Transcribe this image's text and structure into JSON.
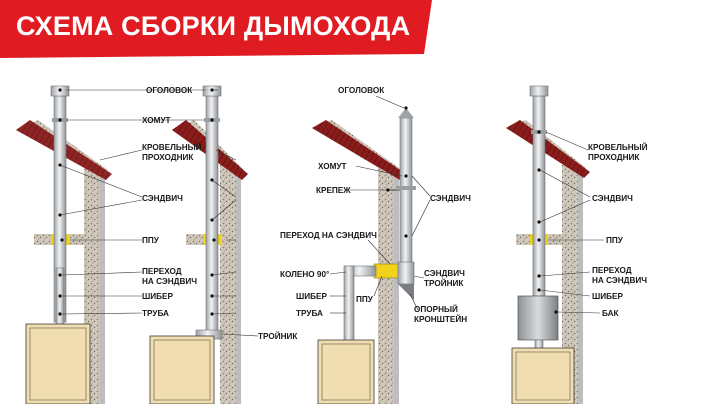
{
  "title": "СХЕМА СБОРКИ ДЫМОХОДА",
  "colors": {
    "banner": "#e01b22",
    "roof": "#8b1c1c",
    "insulation": "#c9c1b3",
    "yellow": "#f2d21b",
    "pipe": "#d4d6d8"
  },
  "labels": {
    "shared_left": {
      "ogolovok": "ОГОЛОВОК",
      "khomut": "ХОМУТ",
      "krovelny_1": "КРОВЕЛЬНЫЙ",
      "krovelny_2": "ПРОХОДНИК",
      "sendvich": "СЭНДВИЧ",
      "ppu": "ППУ",
      "perekhod_1": "ПЕРЕХОД",
      "perekhod_2": "НА СЭНДВИЧ",
      "shiber": "ШИБЕР",
      "truba": "ТРУБА"
    },
    "d2": {
      "troynik": "ТРОЙНИК"
    },
    "d3": {
      "ogolovok": "ОГОЛОВОК",
      "khomut": "ХОМУТ",
      "krepezh": "КРЕПЕЖ",
      "sendvich": "СЭНДВИЧ",
      "perekhod": "ПЕРЕХОД НА СЭНДВИЧ",
      "koleno": "КОЛЕНО 90°",
      "shiber": "ШИБЕР",
      "truba": "ТРУБА",
      "ppu": "ППУ",
      "sendvich_troynik_1": "СЭНДВИЧ",
      "sendvich_troynik_2": "ТРОЙНИК",
      "opora_1": "ОПОРНЫЙ",
      "opora_2": "КРОНШТЕЙН"
    },
    "d4": {
      "krovelny_1": "КРОВЕЛЬНЫЙ",
      "krovelny_2": "ПРОХОДНИК",
      "sendvich": "СЭНДВИЧ",
      "ppu": "ППУ",
      "perekhod_1": "ПЕРЕХОД",
      "perekhod_2": "НА СЭНДВИЧ",
      "shiber": "ШИБЕР",
      "bak": "БАК"
    }
  }
}
